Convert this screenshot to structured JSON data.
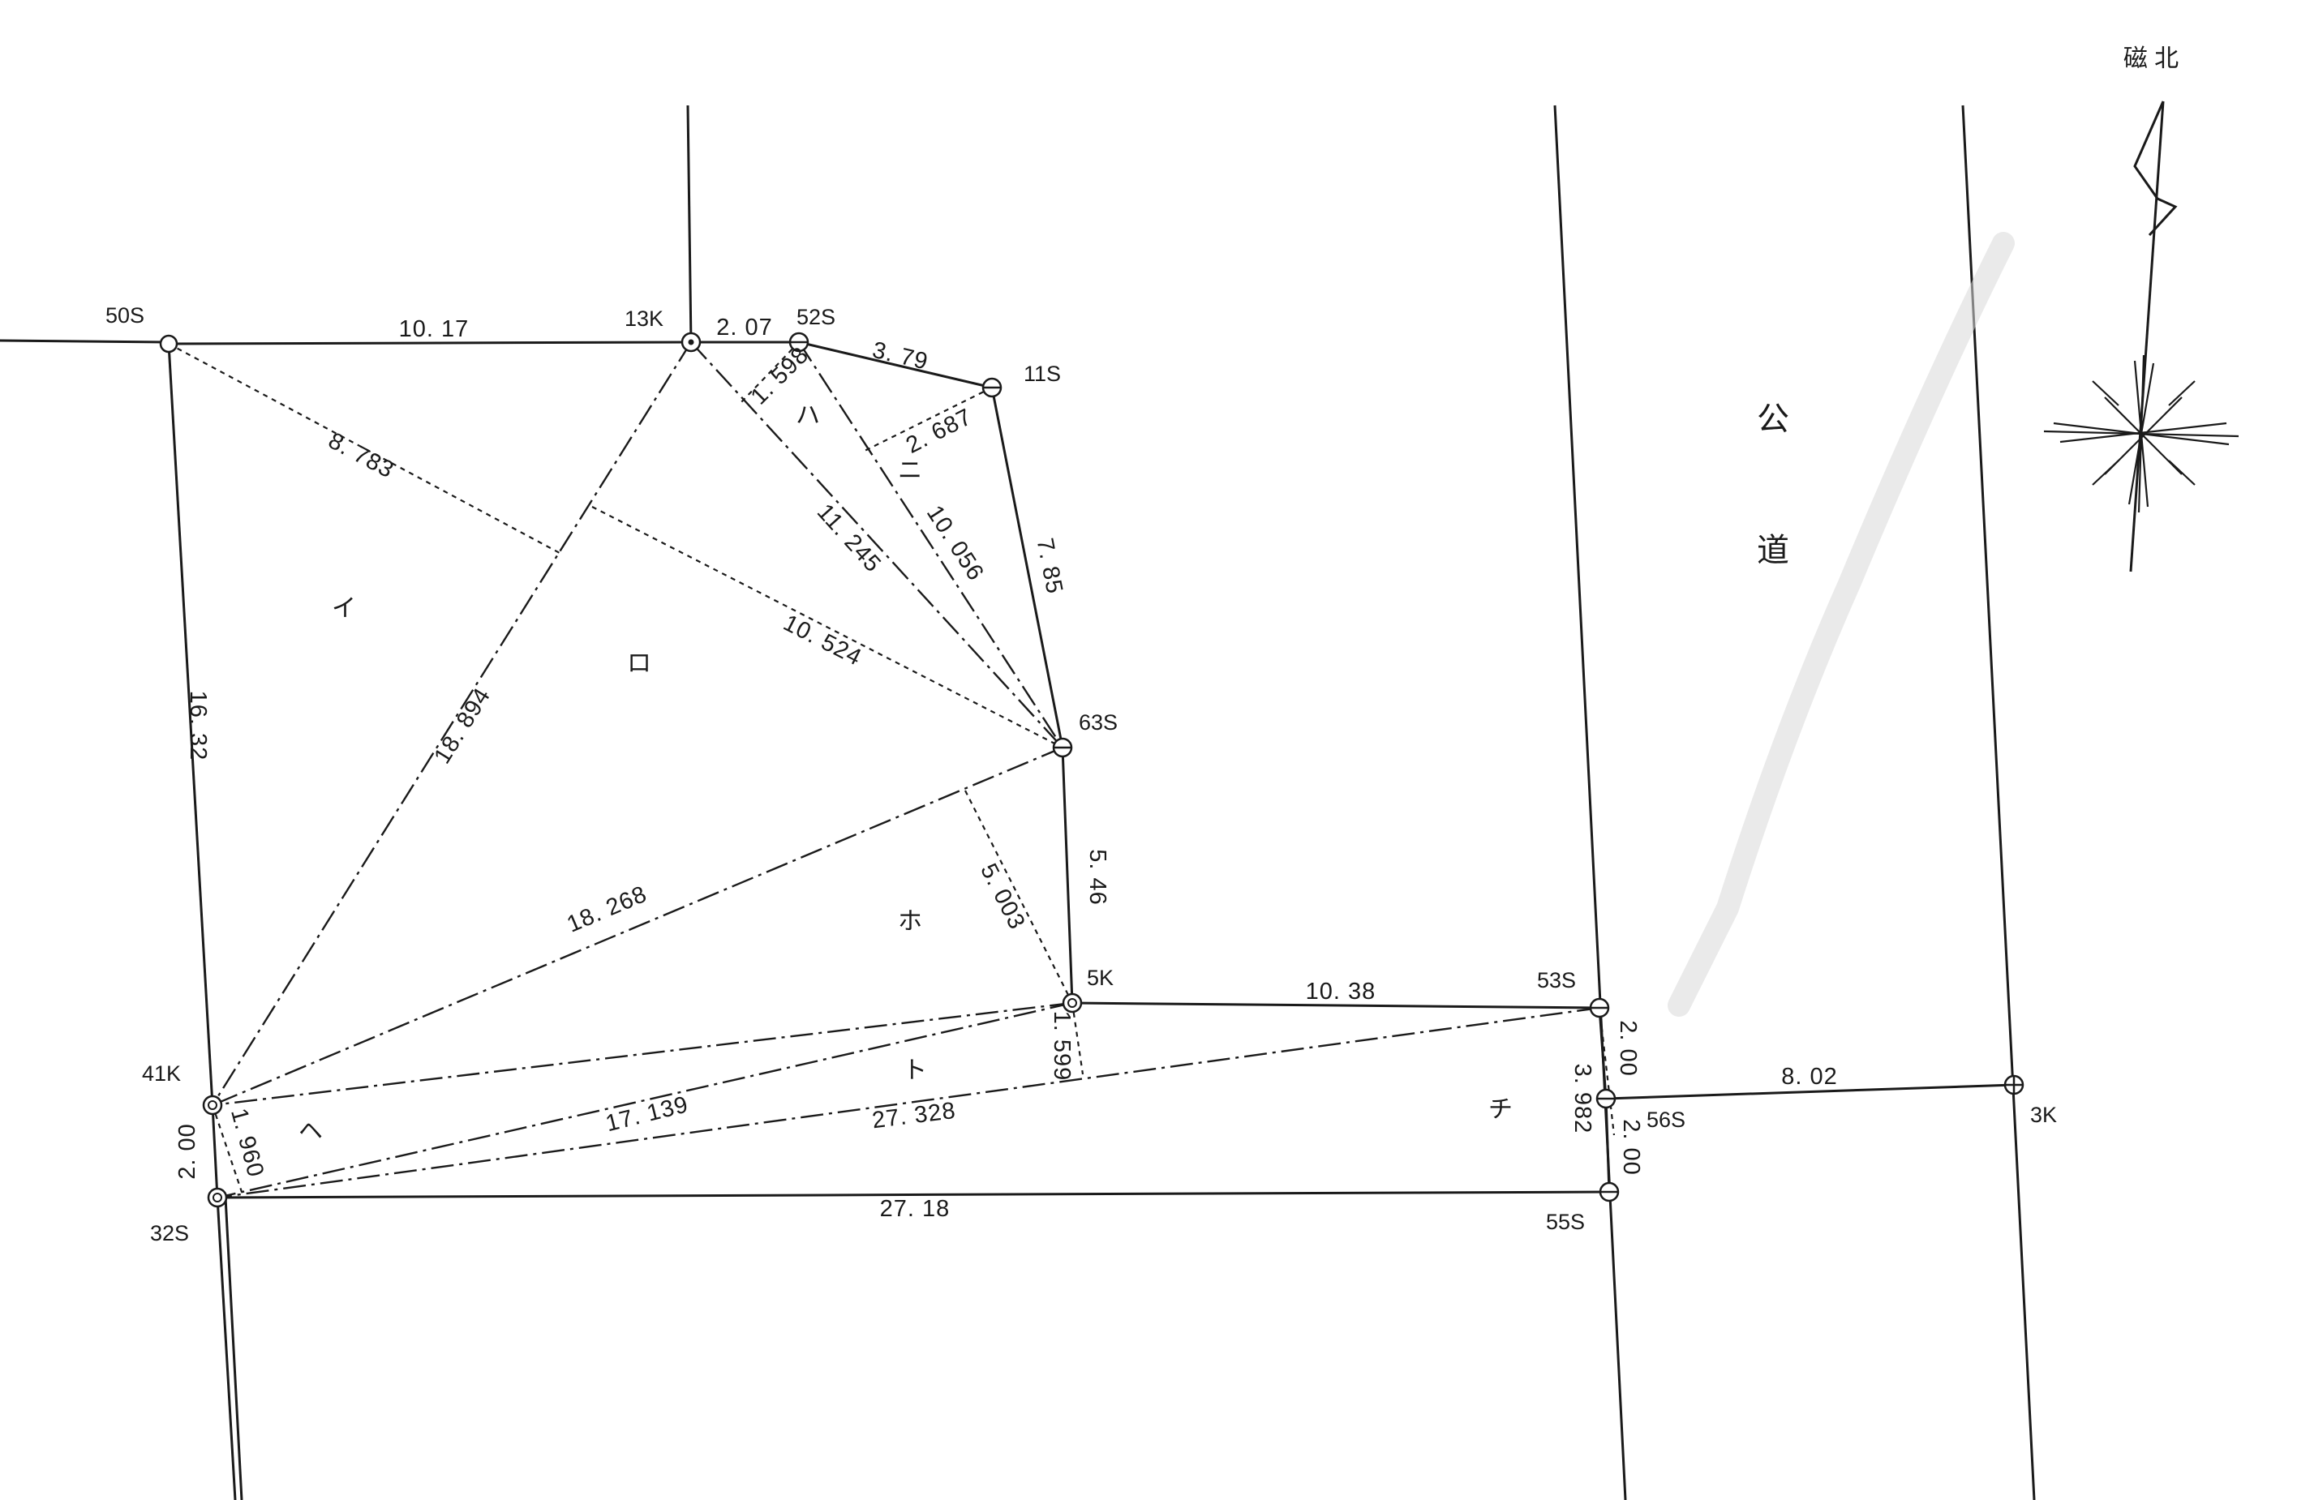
{
  "north": {
    "label": "磁 北"
  },
  "road": {
    "char1": "公",
    "char2": "道"
  },
  "points": {
    "p50S": "50S",
    "p13K": "13K",
    "p52S": "52S",
    "p11S": "11S",
    "p63S": "63S",
    "p5K": "5K",
    "p53S": "53S",
    "p56S": "56S",
    "p55S": "55S",
    "p3K": "3K",
    "p41K": "41K",
    "p32S": "32S"
  },
  "zones": {
    "i": "イ",
    "ro": "ロ",
    "ha": "ハ",
    "ni": "ニ",
    "ho": "ホ",
    "he": "ヘ",
    "to": "ト",
    "chi": "チ"
  },
  "dims": {
    "d_50S_13K": "10. 17",
    "d_13K_52S": "2. 07",
    "d_52S_11S": "3. 79",
    "d_50S_41K": "16. 32",
    "d_50S_diag": "8. 783",
    "d_13K_41K": "18. 894",
    "d_13K_63S": "11. 245",
    "d_52S_63S": "10. 056",
    "d_11S_63S": "7. 85",
    "d_ha_h": "1. 598",
    "d_ni_h": "2. 687",
    "d_ro_h": "10. 524",
    "d_63S_41K": "18. 268",
    "d_ho_h": "5. 003",
    "d_63S_5K": "5. 46",
    "d_5K_53S": "10. 38",
    "d_to_h": "1. 599",
    "d_5K_32S": "17. 139",
    "d_32S_53S": "27. 328",
    "d_41K_32S": "2. 00",
    "d_he_h": "1. 960",
    "d_32S_55S": "27. 18",
    "d_53S_56S": "2. 00",
    "d_56S_55S": "2. 00",
    "d_chi_h": "3. 982",
    "d_56S_3K": "8. 02"
  }
}
